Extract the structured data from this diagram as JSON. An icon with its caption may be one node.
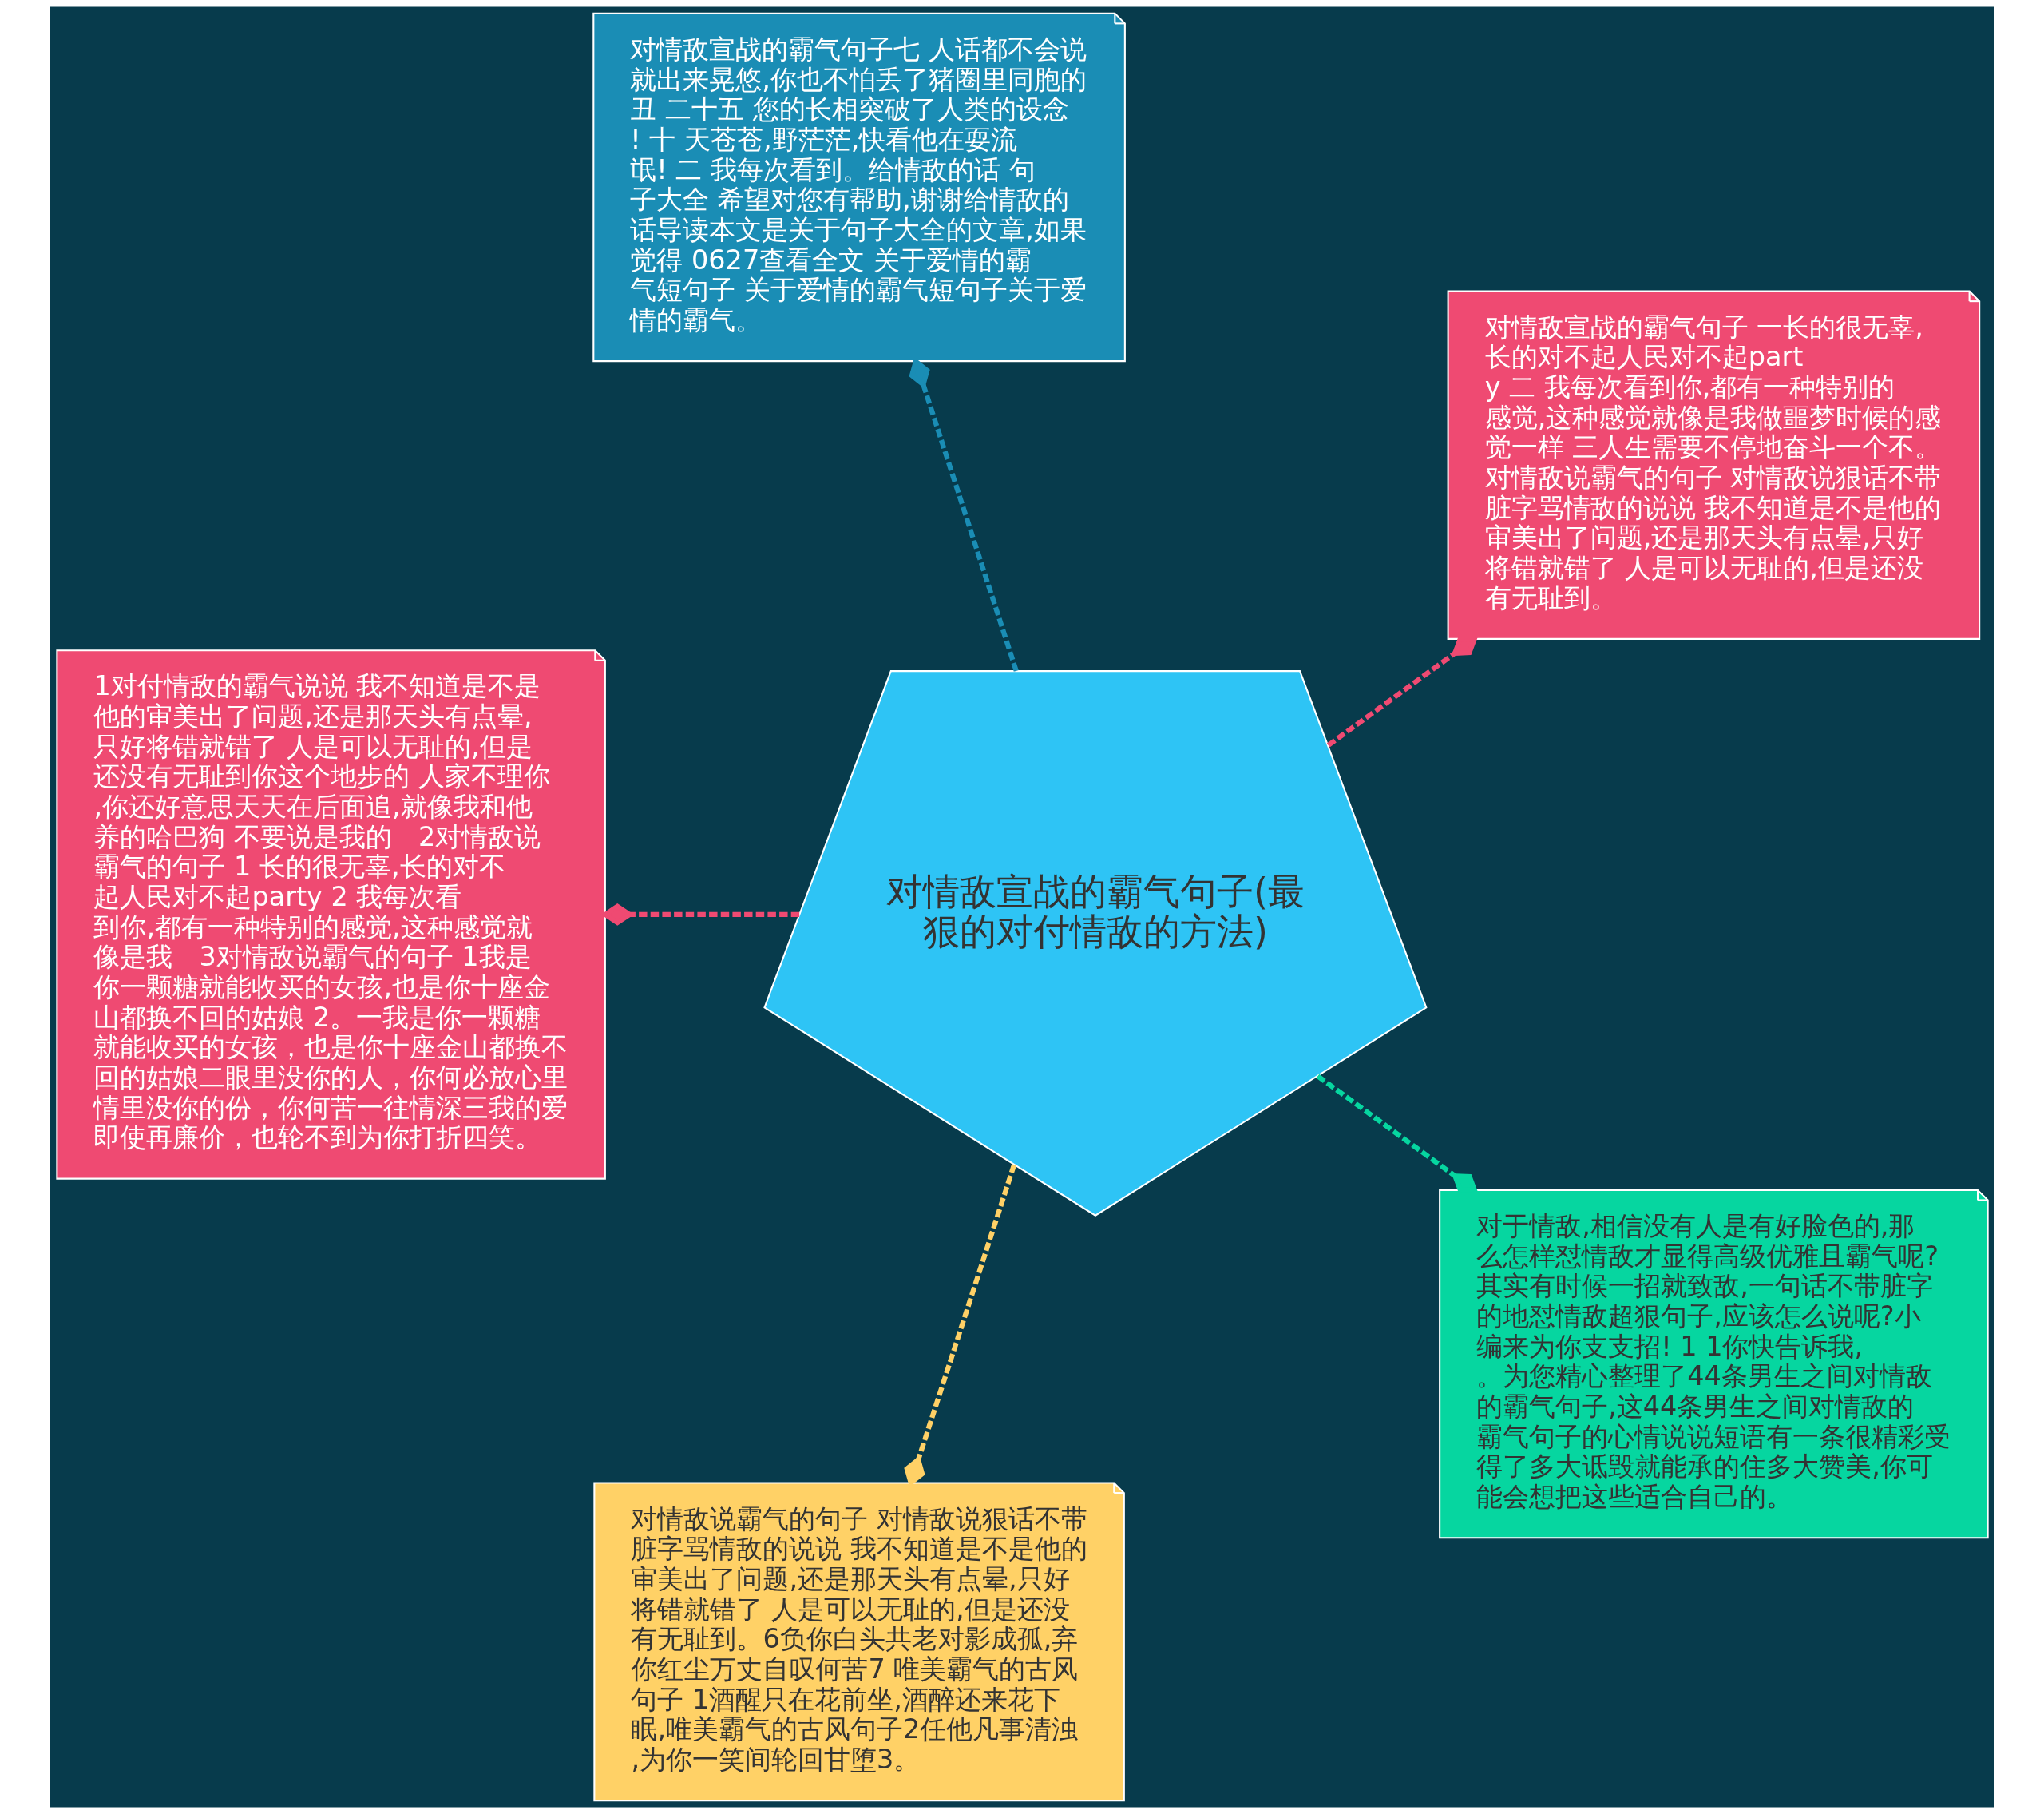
{
  "diagram": {
    "nodes": [
      {
        "text": [
          "对情敌宣战的霸气句子(最狠的对付情敌的方法)"
        ]
      },
      {
        "text": [
          "对情敌宣战的霸气句子 一长的很无辜,长的对不起人民对不起party 二 我每次看到你,都有一种特别的感觉,这种感觉就像是我做噩梦时候的感觉一样 三人生需要不停地奋斗一个不。对情敌说霸气的句子 对情敌说狠话不带脏字骂情敌的说说 我不知道是不是他的审美出了问题,还是那天头有点晕,只好将错就错了 人是可以无耻的,但是还没有无耻到。"
        ]
      },
      {
        "text": [
          "对情敌宣战的霸气句子七 人话都不会说就出来晃悠,你也不怕丢了猪圈里同胞的丑 二十五 您的长相突破了人类的设念! 十 天苍苍,野茫茫,快看他在耍流氓! 二 我每次看到。给情敌的话 句子大全 希望对您有帮助,谢谢给情敌的话导读本文是关于句子大全的文章,如果觉得 0627查看全文 关于爱情的霸气短句子 关于爱情的霸气短句子关于爱情的霸气。"
        ]
      },
      {
        "text": [
          "1对付情敌的霸气说说 我不知道是不是他的审美出了问题,还是那天头有点晕,只好将错就错了 人是可以无耻的,但是还没有无耻到你这个地步的 人家不理你,你还好意思天天在后面追,就像我和他养的哈巴狗 不要说是我的　2对情敌说霸气的句子 1 长的很无辜,长的对不起人民对不起party 2 我每次看到你,都有一种特别的感觉,这种感觉就像是我　3对情敌说霸气的句子 1我是你一颗糖就能收买的女孩,也是你十座金山都换不回的姑娘 2。一我是你一颗糖就能收买的女孩，也是你十座金山都换不回的姑娘二眼里没你的人，你何必放心里情里没你的份，你何苦一往情深三我的爱即使再廉价，也轮不到为你打折四笑。"
        ]
      },
      {
        "text": [
          "对情敌说霸气的句子 对情敌说狠话不带脏字骂情敌的说说 我不知道是不是他的审美出了问题,还是那天头有点晕,只好将错就错了 人是可以无耻的,但是还没有无耻到。6负你白头共老对影成孤,弃你红尘万丈自叹何苦7 唯美霸气的古风句子 1酒醒只在花前坐,酒醉还来花下眠,唯美霸气的古风句子2任他凡事清浊,为你一笑间轮回甘堕3。"
        ]
      },
      {
        "text": [
          "对于情敌,相信没有人是有好脸色的,那么怎样怼情敌才显得高级优雅且霸气呢?其实有时候一招就致敌,一句话不带脏字的地怼情敌超狠句子,应该怎么说呢?小编来为你支支招! 1 1你快告诉我,。为您精心整理了44条男生之间对情敌的霸气句子,这44条男生之间对情敌的霸气句子的心情说说短语有一条很精彩受得了多大诋毁就能承的住多大赞美,你可能会想把这些适合自己的。"
        ]
      }
    ],
    "edges": [
      {
        "from": 0,
        "to": 1,
        "arrow": "other",
        "style": "dashed",
        "color": "#ef4a72"
      },
      {
        "from": 0,
        "to": 2,
        "arrow": "other",
        "style": "dashed",
        "color": "#1a8db5"
      },
      {
        "from": 0,
        "to": 3,
        "arrow": "other",
        "style": "dashed",
        "color": "#ef4a72"
      },
      {
        "from": 0,
        "to": 4,
        "arrow": "other",
        "style": "dashed",
        "color": "#ffd166"
      },
      {
        "from": 0,
        "to": 5,
        "arrow": "other",
        "style": "dashed",
        "color": "#06d6a0"
      }
    ]
  }
}
